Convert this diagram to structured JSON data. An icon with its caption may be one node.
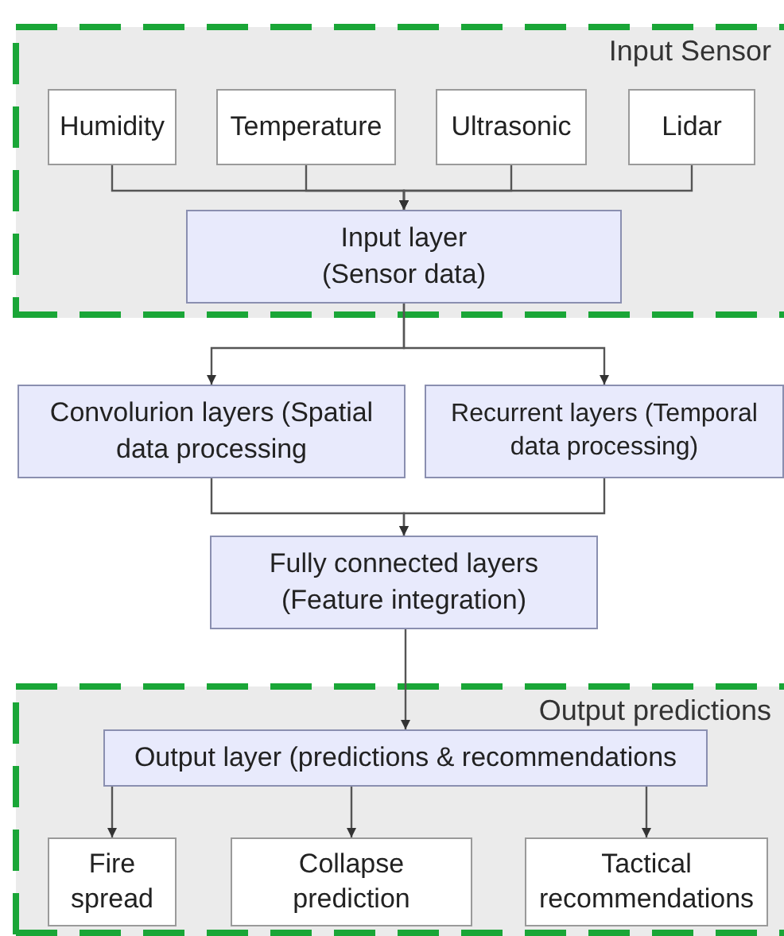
{
  "diagram": {
    "nodes": [
      {
        "text": [
          "Input Sensor"
        ]
      },
      {
        "text": [
          "Humidity"
        ],
        "in": 0
      },
      {
        "text": [
          "Temperature"
        ],
        "in": 0
      },
      {
        "text": [
          "Ultrasonic"
        ],
        "in": 0
      },
      {
        "text": [
          "Lidar"
        ],
        "in": 0
      },
      {
        "text": [
          "Input layer (Sensor data)"
        ],
        "in": 0
      },
      {
        "text": [
          "Convolurion layers (Spatial data processing"
        ]
      },
      {
        "text": [
          "Recurrent layers (Temporal data processing)"
        ]
      },
      {
        "text": [
          "Fully connected layers (Feature integration)"
        ]
      },
      {
        "text": [
          "Output predictions"
        ]
      },
      {
        "text": [
          "Output layer (predictions & recommendations"
        ],
        "in": 9
      },
      {
        "text": [
          "Fire spread"
        ],
        "in": 9
      },
      {
        "text": [
          "Collapse prediction"
        ],
        "in": 9
      },
      {
        "text": [
          "Tactical recommendations"
        ],
        "in": 9
      }
    ],
    "edges": [
      {
        "from": 1,
        "to": 5,
        "arrow": "to"
      },
      {
        "from": 2,
        "to": 5,
        "arrow": "to"
      },
      {
        "from": 3,
        "to": 5,
        "arrow": "to"
      },
      {
        "from": 4,
        "to": 5,
        "arrow": "to"
      },
      {
        "from": 5,
        "to": 6,
        "arrow": "to"
      },
      {
        "from": 5,
        "to": 7,
        "arrow": "to"
      },
      {
        "from": 6,
        "to": 8,
        "arrow": "to"
      },
      {
        "from": 7,
        "to": 8,
        "arrow": "to"
      },
      {
        "from": 8,
        "to": 10,
        "arrow": "to"
      },
      {
        "from": 10,
        "to": 11,
        "arrow": "to"
      },
      {
        "from": 10,
        "to": 12,
        "arrow": "to"
      },
      {
        "from": 10,
        "to": 13,
        "arrow": "to"
      }
    ]
  }
}
